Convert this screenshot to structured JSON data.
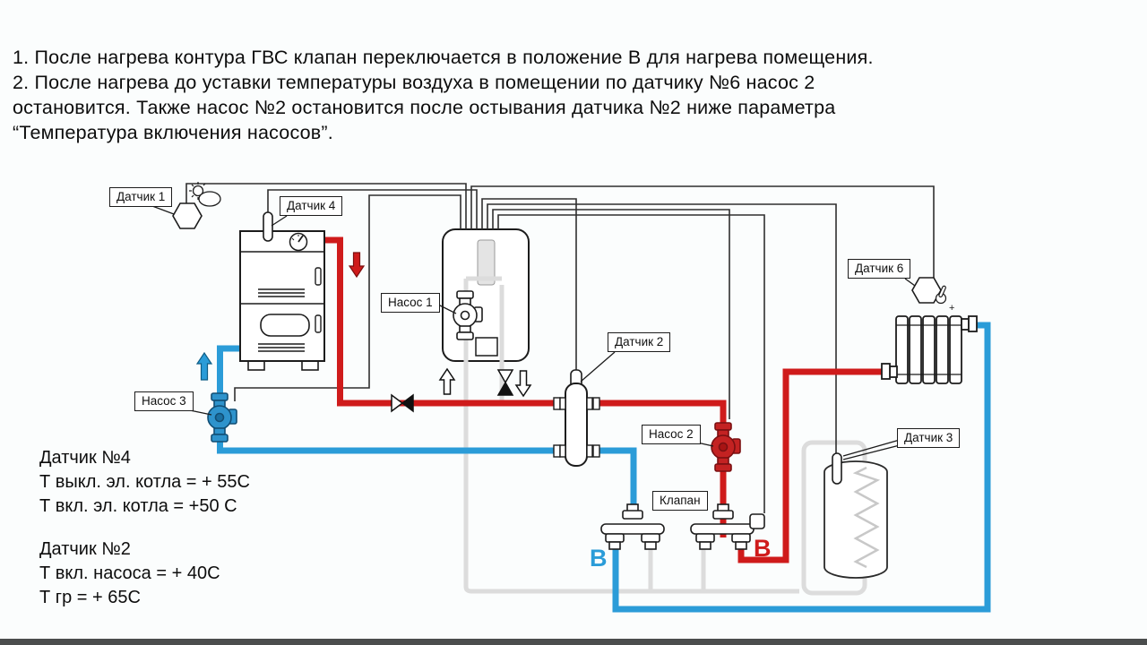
{
  "annotations": {
    "l1": "1. После нагрева контура ГВС клапан переключается в положение В для нагрева помещения.",
    "l2": "2. После нагрева до уставки температуры воздуха в помещении по датчику №6 насос 2",
    "l3": "остановится. Также насос №2 остановится после остывания датчика №2 ниже параметра",
    "l4": "“Температура включения насосов”."
  },
  "sensor4_block": {
    "title": "Датчик №4",
    "line1": "Т выкл. эл. котла = + 55С",
    "line2": "Т вкл. эл. котла = +50 С"
  },
  "sensor2_block": {
    "title": "Датчик №2",
    "line1": "Т вкл. насоса = + 40С",
    "line2": "Т гр = + 65С"
  },
  "labels": {
    "sensor1": "Датчик 1",
    "sensor4": "Датчик 4",
    "pump1": "Насос 1",
    "sensor2": "Датчик 2",
    "pump2": "Насос 2",
    "pump3": "Насос 3",
    "valve": "Клапан",
    "sensor6": "Датчик 6",
    "sensor3": "Датчик 3"
  },
  "valve_positions": {
    "b_blue": "В",
    "b_red": "В"
  },
  "colors": {
    "hot_pipe": "#cf1b1b",
    "cold_pipe": "#2b9cd8",
    "inactive_pipe": "#dcdcdc",
    "wire": "#2f2f2f"
  }
}
